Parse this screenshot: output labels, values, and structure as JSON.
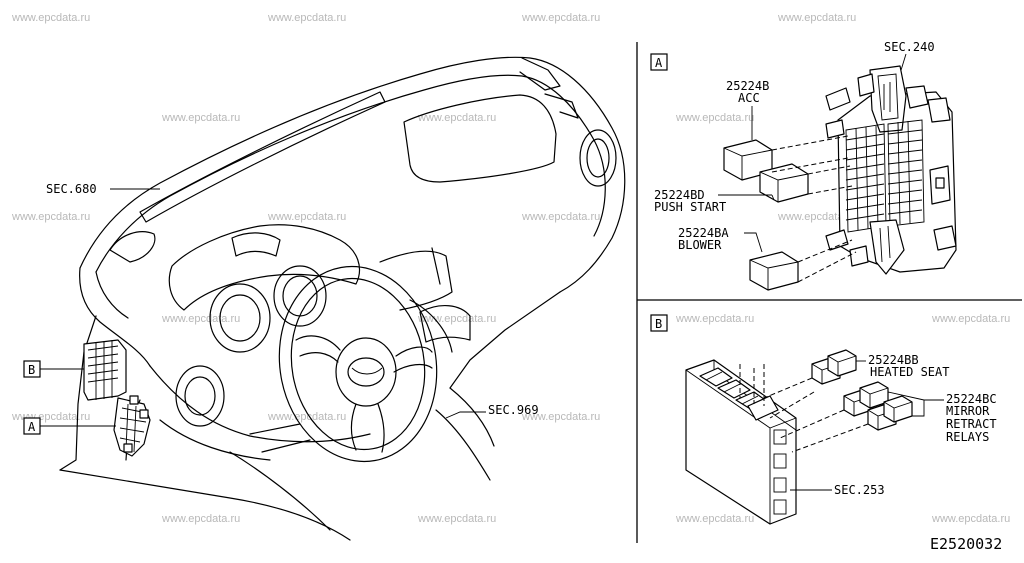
{
  "watermark": "www.epcdata.ru",
  "diagram_code": "E2520032",
  "main_view": {
    "labels": {
      "sec_680": "SEC.680",
      "sec_969": "SEC.969",
      "callout_a": "A",
      "callout_b": "B"
    }
  },
  "detail_a": {
    "tag": "A",
    "sec_ref": "SEC.240",
    "relays": [
      {
        "part": "25224B",
        "name": "ACC"
      },
      {
        "part": "25224BD",
        "name": "PUSH START"
      },
      {
        "part": "25224BA",
        "name": "BLOWER"
      }
    ]
  },
  "detail_b": {
    "tag": "B",
    "sec_ref": "SEC.253",
    "relays": [
      {
        "part": "25224BB",
        "name": "HEATED SEAT"
      },
      {
        "part": "25224BC",
        "name_lines": [
          "MIRROR",
          "RETRACT",
          "RELAYS"
        ]
      }
    ]
  }
}
